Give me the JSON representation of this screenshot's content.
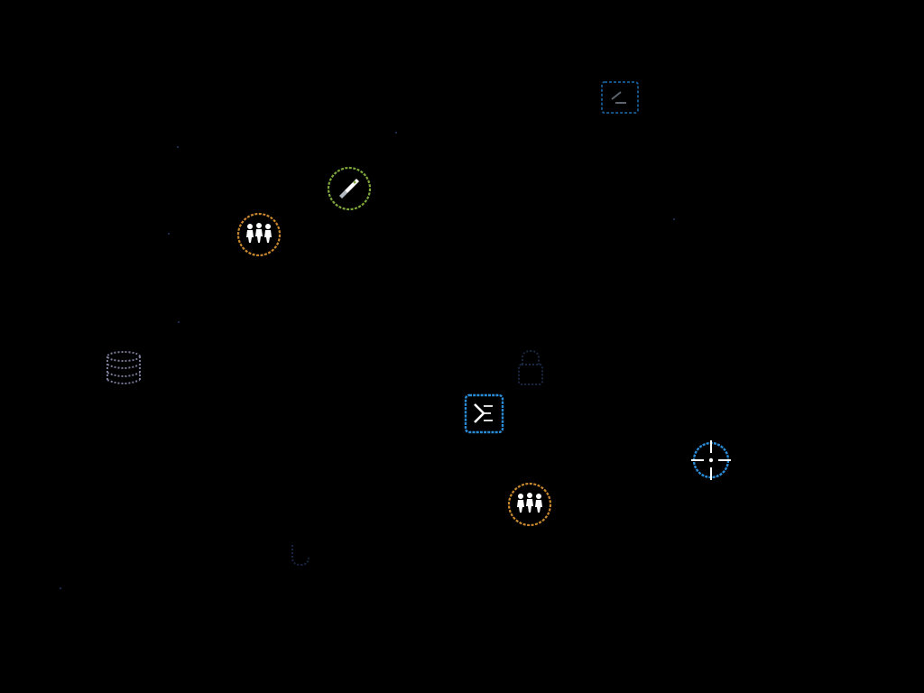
{
  "scene": {
    "background": "#000000",
    "icons": [
      {
        "name": "terminal-icon-faint",
        "kind": "terminal",
        "color": "#1f6fb2",
        "opacity": 0.75
      },
      {
        "name": "rocket-badge",
        "kind": "rocket",
        "color": "#7fa83a",
        "opacity": 1
      },
      {
        "name": "group-badge-top",
        "kind": "group",
        "color": "#c8892e",
        "opacity": 1
      },
      {
        "name": "database-icon",
        "kind": "database",
        "color": "#8f8fb3",
        "opacity": 0.85
      },
      {
        "name": "lock-icon-faint",
        "kind": "lock",
        "color": "#26385f",
        "opacity": 0.7
      },
      {
        "name": "sigma-terminal-icon",
        "kind": "sigma",
        "color": "#2a8bd6",
        "opacity": 1
      },
      {
        "name": "crosshair-target-icon",
        "kind": "crosshair",
        "color": "#2a8bd6",
        "opacity": 1
      },
      {
        "name": "group-badge-bottom",
        "kind": "group",
        "color": "#c8892e",
        "opacity": 1
      },
      {
        "name": "dot-icon-faint",
        "kind": "dot",
        "color": "#1e2f55",
        "opacity": 0.8
      }
    ]
  }
}
